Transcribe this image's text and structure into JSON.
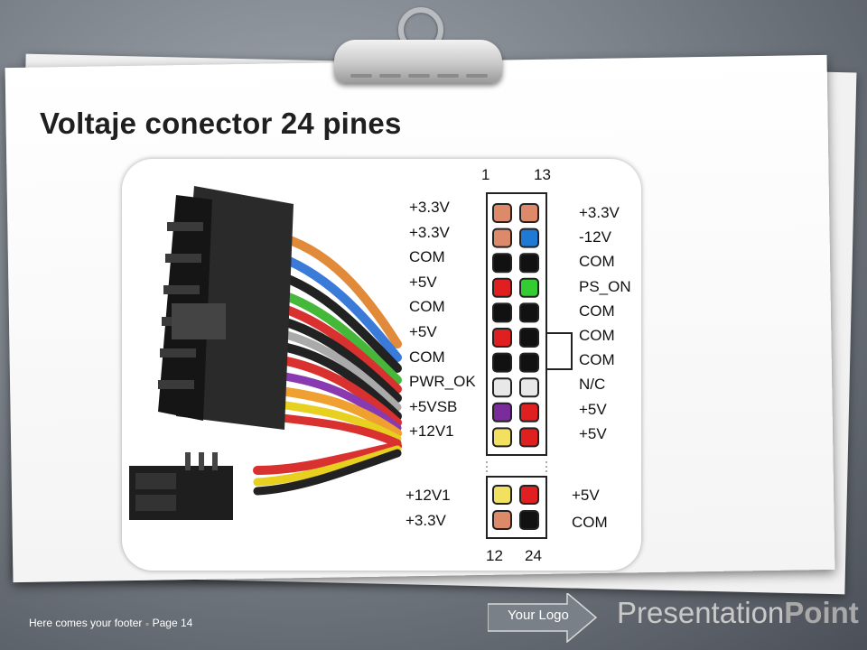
{
  "slide": {
    "title": "Voltaje conector 24 pines"
  },
  "connector_main": {
    "pin_numbers_top": [
      "1",
      "13"
    ],
    "left_labels": [
      "+3.3V",
      "+3.3V",
      "COM",
      "+5V",
      "COM",
      "+5V",
      "COM",
      "PWR_OK",
      "+5VSB",
      "+12V1"
    ],
    "right_labels": [
      "+3.3V",
      "-12V",
      "COM",
      "PS_ON",
      "COM",
      "COM",
      "COM",
      "N/C",
      "+5V",
      "+5V"
    ],
    "left_pin_colors": [
      "#dc8a6a",
      "#dc8a6a",
      "#111111",
      "#e02020",
      "#111111",
      "#e02020",
      "#111111",
      "#e8e8e8",
      "#7a2d9a",
      "#f2e060"
    ],
    "right_pin_colors": [
      "#dc8a6a",
      "#1f7ad6",
      "#111111",
      "#33cc33",
      "#111111",
      "#111111",
      "#111111",
      "#e8e8e8",
      "#e02020",
      "#e02020"
    ]
  },
  "connector_extension": {
    "left_labels": [
      "+12V1",
      "+3.3V"
    ],
    "right_labels": [
      "+5V",
      "COM"
    ],
    "pin_numbers_bottom": [
      "12",
      "24"
    ],
    "left_pin_colors": [
      "#f2e060",
      "#dc8a6a"
    ],
    "right_pin_colors": [
      "#e02020",
      "#111111"
    ]
  },
  "footer": {
    "text": "Here comes your footer",
    "page": "Page 14",
    "logo": "Your Logo",
    "brand_light": "Presentation",
    "brand_bold": "Point"
  }
}
